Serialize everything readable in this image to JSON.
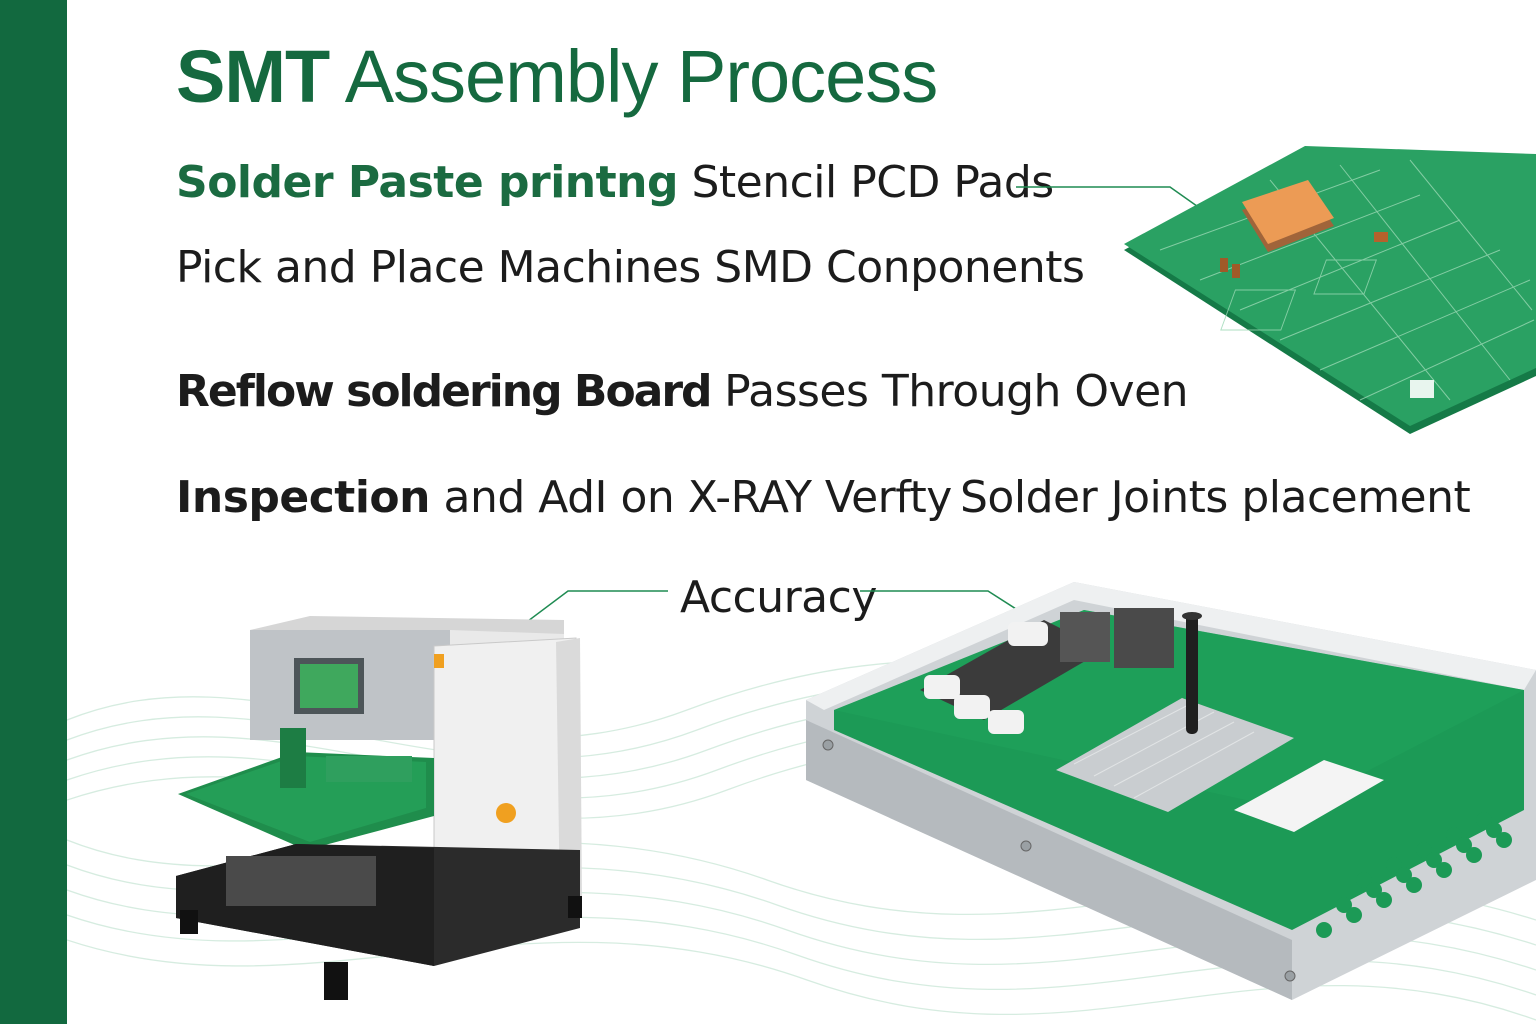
{
  "title": {
    "bold": "SMT",
    "light": "Assembly Process"
  },
  "lines": {
    "line1_bold": "Solder Paste printng",
    "line1_rest": "Stencil PCD Pads",
    "line2": "Pick and Place Machines SMD Conponents",
    "line3_bold": "Reflow soldering Board",
    "line3_rest": "Passes Through Oven",
    "line4_bold": "Inspection",
    "line4_rest": "and AdI on X-RAY Verfty",
    "line4_right": "Solder Joints placement",
    "line5": "Accuracy"
  },
  "icons": {
    "pcb": "pcb-board-icon",
    "printer": "stencil-printer-machine-icon",
    "tray": "pcb-fixture-tray-icon"
  },
  "colors": {
    "brand": "#12693f",
    "pcb": "#1f9e5c",
    "chip": "#e59a53",
    "text": "#1c1c1c"
  }
}
